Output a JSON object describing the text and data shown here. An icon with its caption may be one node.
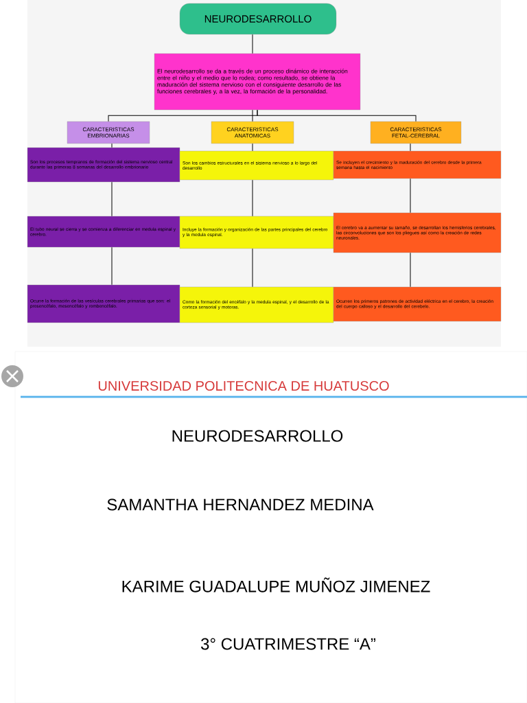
{
  "diagram": {
    "nodes": [
      {
        "text": [
          "NEURODESARROLLO"
        ]
      },
      {
        "text": [
          "El neurodesarrollo se da a través de un proceso dinámico de interacción entre el niño y el medio que lo rodea; como resultado, se obtiene la maduración del sistema nervioso con el consiguiente desarrollo de las funciones cerebrales y, a la vez, la formación de la personalidad."
        ]
      },
      {
        "text": [
          "CARACTERISTICAS EMBRIONARIAS"
        ]
      },
      {
        "text": [
          "CARACTERISTICAS ANATOMICAS"
        ]
      },
      {
        "text": [
          "CARACTERISTICAS FETAL-CEREBRAL"
        ]
      },
      {
        "text": [
          "Son los procesos tempranos de formación del sistema nervioso central durante las primeras 8 semanas del desarrollo embrionario"
        ]
      },
      {
        "text": [
          "El tubo neural se cierra y se comienza a diferenciar en medula espinal y cerebro."
        ]
      },
      {
        "text": [
          "Ocurre la formación de las vesículas cerebrales primarias que son: el prosencéfalo, mesencéfalo y rombencéfalo."
        ]
      },
      {
        "text": [
          "Son los cambios estructurales en el sistema nervioso a lo largo del desarrollo"
        ]
      },
      {
        "text": [
          "Incluye la formación y organización de las partes principales del cerebro y la medula espinal."
        ]
      },
      {
        "text": [
          "Como la formación del encéfalo y la medula espinal, y el desarrollo de la corteza sensorial y motoras."
        ]
      },
      {
        "text": [
          "Se incluyen el crecimiento y la maduración del cerebro desde la primera semana hasta el nacimiento"
        ]
      },
      {
        "text": [
          "El cerebro va a aumentar su tamaño, se desarrollan los hemisferios cerebrales, las circonvoluciones que son los pliegues así como la creación de redes neuronales."
        ]
      },
      {
        "text": [
          "Ocurren los primeros patrones de actividad eléctrica en el cerebro, la creación del cuerpo calloso y el desarrollo del cerebelo."
        ]
      }
    ],
    "edges": [
      {
        "from": 0,
        "to": 1,
        "arrow": "none"
      },
      {
        "from": 1,
        "to": 2,
        "arrow": "none"
      },
      {
        "from": 1,
        "to": 3,
        "arrow": "none"
      },
      {
        "from": 1,
        "to": 4,
        "arrow": "none"
      },
      {
        "from": 2,
        "to": 5,
        "arrow": "none"
      },
      {
        "from": 5,
        "to": 6,
        "arrow": "none"
      },
      {
        "from": 6,
        "to": 7,
        "arrow": "none"
      },
      {
        "from": 3,
        "to": 8,
        "arrow": "none"
      },
      {
        "from": 8,
        "to": 9,
        "arrow": "none"
      },
      {
        "from": 9,
        "to": 10,
        "arrow": "none"
      },
      {
        "from": 4,
        "to": 11,
        "arrow": "none"
      },
      {
        "from": 11,
        "to": 12,
        "arrow": "none"
      },
      {
        "from": 12,
        "to": 13,
        "arrow": "none"
      }
    ],
    "labels": [
      "UNIVERSIDAD POLITECNICA DE HUATUSCO",
      "NEURODESARROLLO",
      "SAMANTHA HERNANDEZ MEDINA",
      "KARIME GUADALUPE MUÑOZ JIMENEZ",
      "3° CUATRIMESTRE “A”"
    ]
  }
}
